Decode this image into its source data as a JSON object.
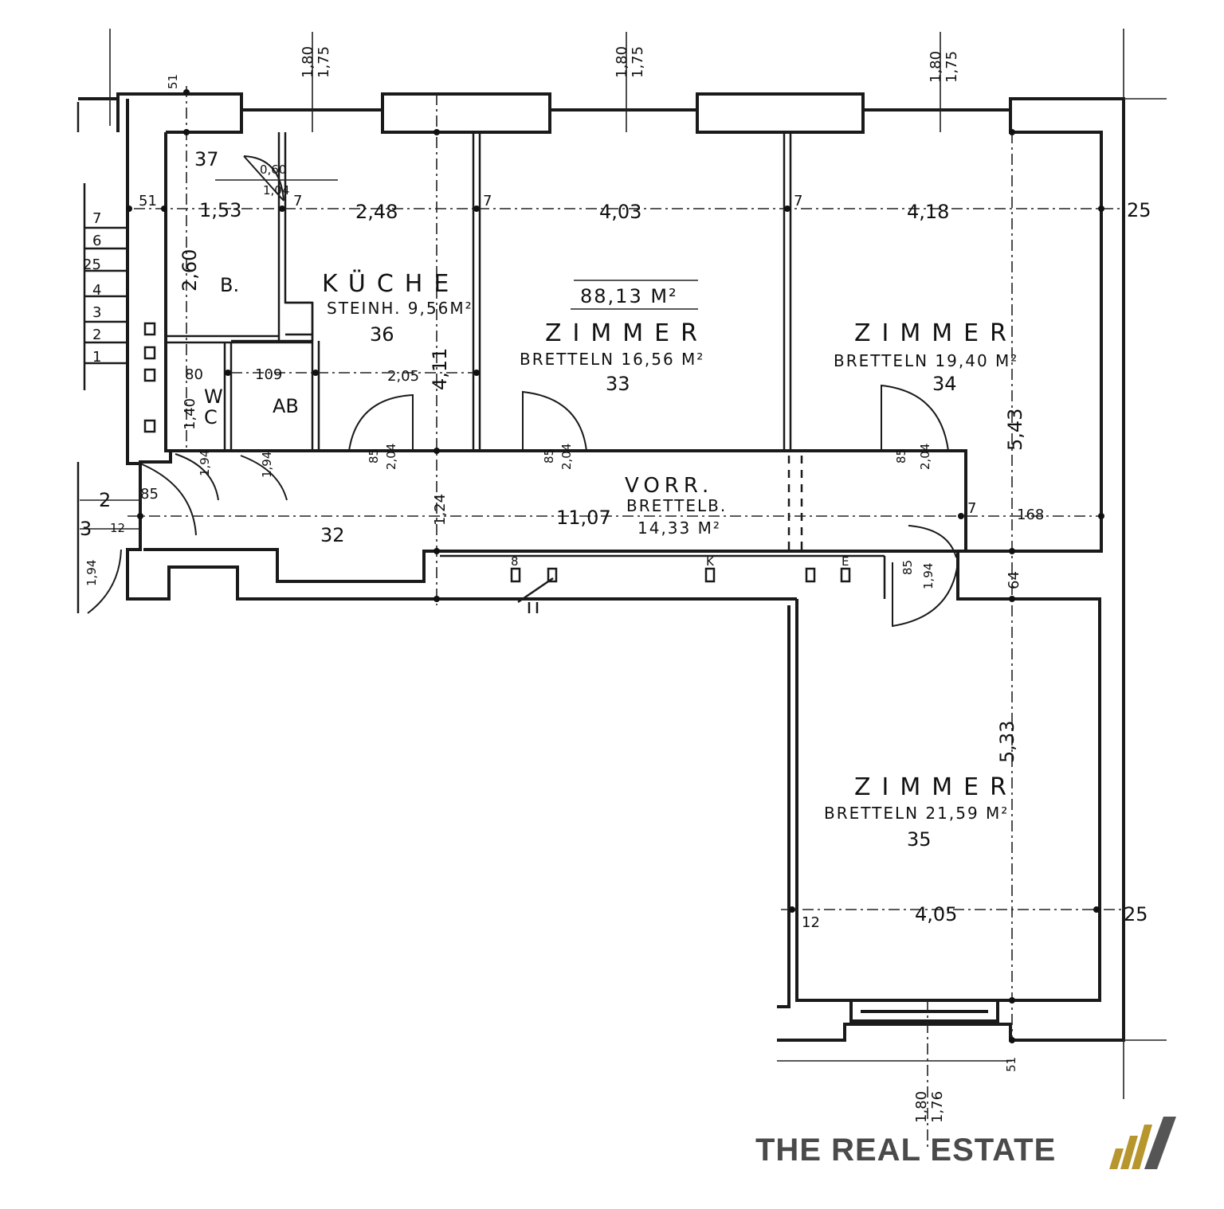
{
  "rooms": {
    "kitchen": {
      "name": "KÜCHE",
      "floor": "STEINH. 9,56M²",
      "number": "36"
    },
    "room33": {
      "name": "ZIMMER",
      "floor": "BRETTELN 16,56 M²",
      "number": "33"
    },
    "room34": {
      "name": "ZIMMER",
      "floor": "BRETTELN 19,40 M²",
      "number": "34"
    },
    "room35": {
      "name": "ZIMMER",
      "floor": "BRETTELN 21,59 M²",
      "number": "35"
    },
    "hall": {
      "name": "VORR.",
      "floor": "BRETTELB.",
      "area": "14,33 M²",
      "number": "32"
    },
    "bath": {
      "name": "B."
    },
    "wc": {
      "name_w": "W",
      "name_c": "C"
    },
    "storage": {
      "name": "AB"
    },
    "room37": {
      "number": "37"
    }
  },
  "total_area": "88,13 M²",
  "dimensions": {
    "bath_width": "1,53",
    "kitchen_width": "2,48",
    "room33_width": "4,03",
    "room34_width": "4,18",
    "room35_width": "4,05",
    "hall_length": "11,07",
    "bath_height": "2,60",
    "kitchen_height": "4,11",
    "room34_height": "5,43",
    "room35_height": "5,33",
    "hall_height": "1,24",
    "wc_width": "80",
    "storage_width": "109",
    "kitchen_lower": "2,05",
    "window_top": "1,80",
    "window_bottom": "1,75",
    "window_bottom_b": "1,76",
    "wall_51": "51",
    "wall_25": "25",
    "wall_7": "7",
    "wall_12": "12",
    "wall_168": "168",
    "wall_64": "64",
    "wall_2": "2",
    "wall_3": "3",
    "door_85": "85",
    "door_94": "1,94",
    "wc_height": "1,40",
    "vent_a": "0,60",
    "vent_b": "1,04",
    "door_2_04": "2,04",
    "door_1_94": "1,94"
  },
  "stairs": [
    "7",
    "6",
    "25",
    "4",
    "3",
    "2",
    "1"
  ],
  "labels": {
    "socket_k": "K",
    "socket_e": "E",
    "socket_8": "8"
  },
  "brand": {
    "text": "THE REAL ESTATE",
    "colors": {
      "text": "#4a4a4a",
      "accent": "#b8962e",
      "dark": "#555555"
    }
  }
}
